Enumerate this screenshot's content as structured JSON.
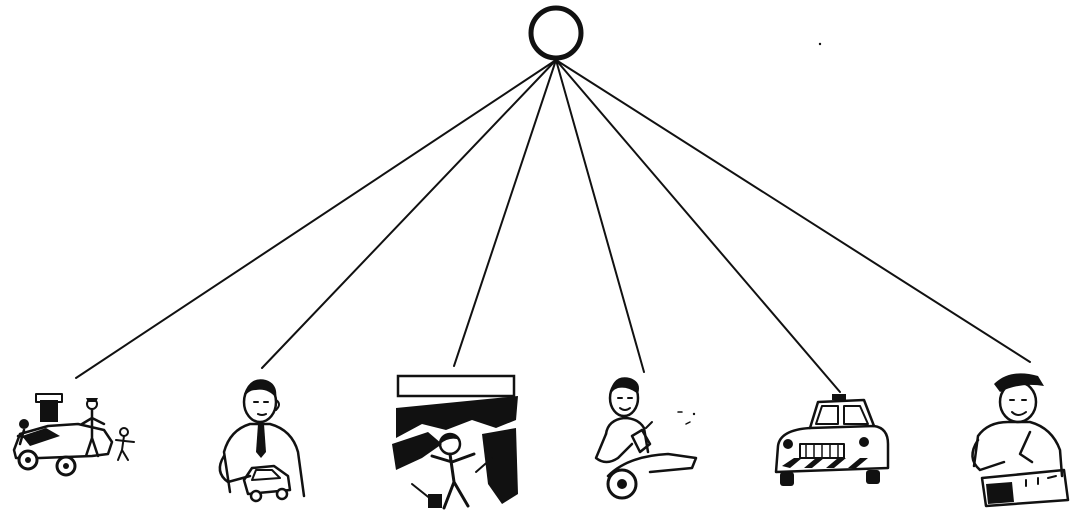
{
  "diagram": {
    "hub": {
      "shape": "ring"
    },
    "nodes": [
      {
        "id": "mechanics-working-on-car",
        "illustration": "mechanics-car-icon"
      },
      {
        "id": "man-with-toy-car",
        "illustration": "man-toy-car-icon"
      },
      {
        "id": "mechanic-under-car",
        "illustration": "under-car-icon"
      },
      {
        "id": "man-painting-car",
        "illustration": "man-painting-icon"
      },
      {
        "id": "tow-truck",
        "illustration": "tow-truck-icon"
      },
      {
        "id": "attendant-at-workbench",
        "illustration": "attendant-icon"
      }
    ],
    "colors": {
      "ink": "#111111",
      "background": "#ffffff"
    }
  }
}
